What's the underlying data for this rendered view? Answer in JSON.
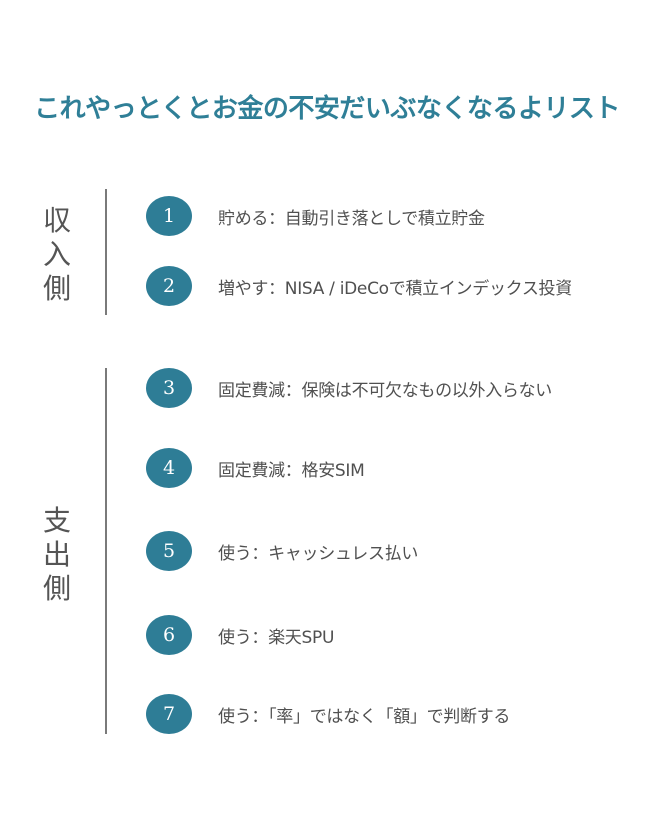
{
  "title": "これやっとくとお金の不安だいぶなくなるよリスト",
  "sections": [
    {
      "label_chars": [
        "収",
        "入",
        "側"
      ],
      "items": [
        {
          "num": "1",
          "text": "貯める：自動引き落としで積立貯金"
        },
        {
          "num": "2",
          "text": "増やす：NISA / iDeCoで積立インデックス投資"
        }
      ]
    },
    {
      "label_chars": [
        "支",
        "出",
        "側"
      ],
      "items": [
        {
          "num": "3",
          "text": "固定費減：保険は不可欠なもの以外入らない"
        },
        {
          "num": "4",
          "text": "固定費減：格安SIM"
        },
        {
          "num": "5",
          "text": "使う：キャッシュレス払い"
        },
        {
          "num": "6",
          "text": "使う：楽天SPU"
        },
        {
          "num": "7",
          "text": "使う：「率」ではなく「額」で判断する"
        }
      ]
    }
  ],
  "colors": {
    "accent": "#2e7d96",
    "title": "#2f7f97",
    "text": "#505050",
    "divider": "#7a7a7a"
  }
}
